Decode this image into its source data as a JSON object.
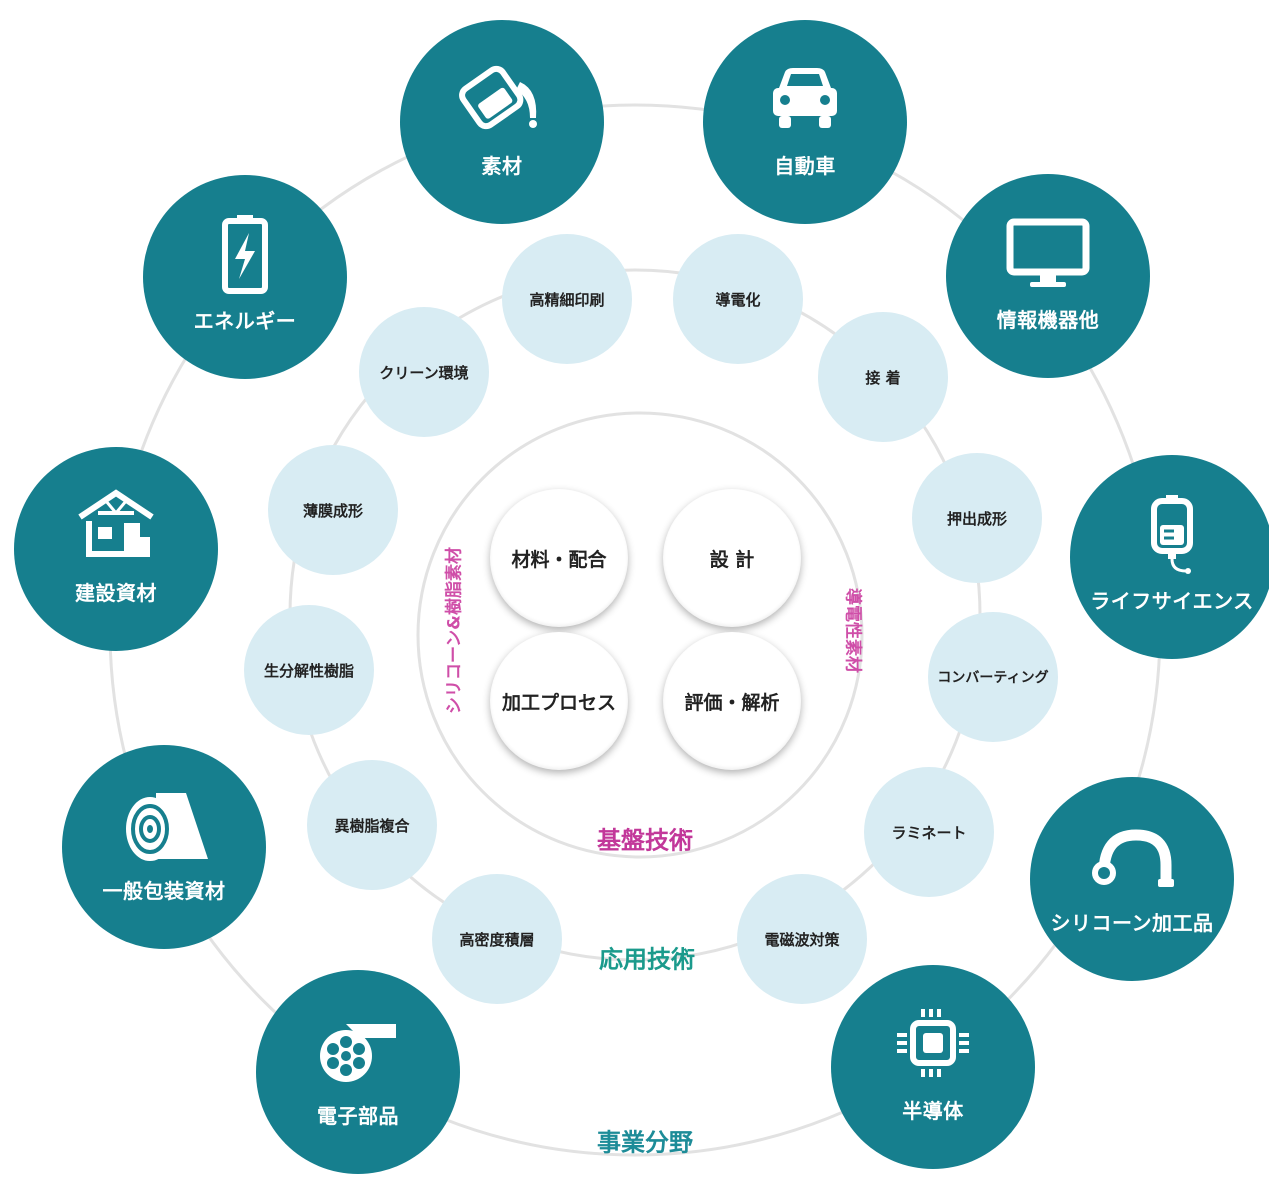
{
  "business_fields": {
    "title": "事業分野",
    "items": [
      {
        "label": "素材",
        "icon": "material-pour-icon"
      },
      {
        "label": "自動車",
        "icon": "car-icon"
      },
      {
        "label": "情報機器他",
        "icon": "monitor-icon"
      },
      {
        "label": "ライフサイエンス",
        "icon": "iv-bag-icon"
      },
      {
        "label": "シリコーン加工品",
        "icon": "silicone-tube-icon"
      },
      {
        "label": "半導体",
        "icon": "chip-icon"
      },
      {
        "label": "電子部品",
        "icon": "film-reel-icon"
      },
      {
        "label": "一般包装資材",
        "icon": "packaging-roll-icon"
      },
      {
        "label": "建設資材",
        "icon": "house-icon"
      },
      {
        "label": "エネルギー",
        "icon": "battery-icon"
      }
    ]
  },
  "applied_tech": {
    "title": "応用技術",
    "items": [
      "高精細印刷",
      "導電化",
      "接 着",
      "押出成形",
      "コンバーティング",
      "ラミネート",
      "電磁波対策",
      "高密度積層",
      "異樹脂複合",
      "生分解性樹脂",
      "薄膜成形",
      "クリーン環境"
    ]
  },
  "base_tech": {
    "title": "基盤技術",
    "items": [
      "材料・配合",
      "設 計",
      "加工プロセス",
      "評価・解析"
    ],
    "left_label": "シリコーン&樹脂素材",
    "right_label": "導電性素材"
  },
  "colors": {
    "business": "#167f8e",
    "applied": "#d8ecf3",
    "base_title": "#c2389a",
    "applied_title": "#1b9a8c",
    "business_title": "#1d8c98",
    "ring": "#e2e2e2"
  }
}
